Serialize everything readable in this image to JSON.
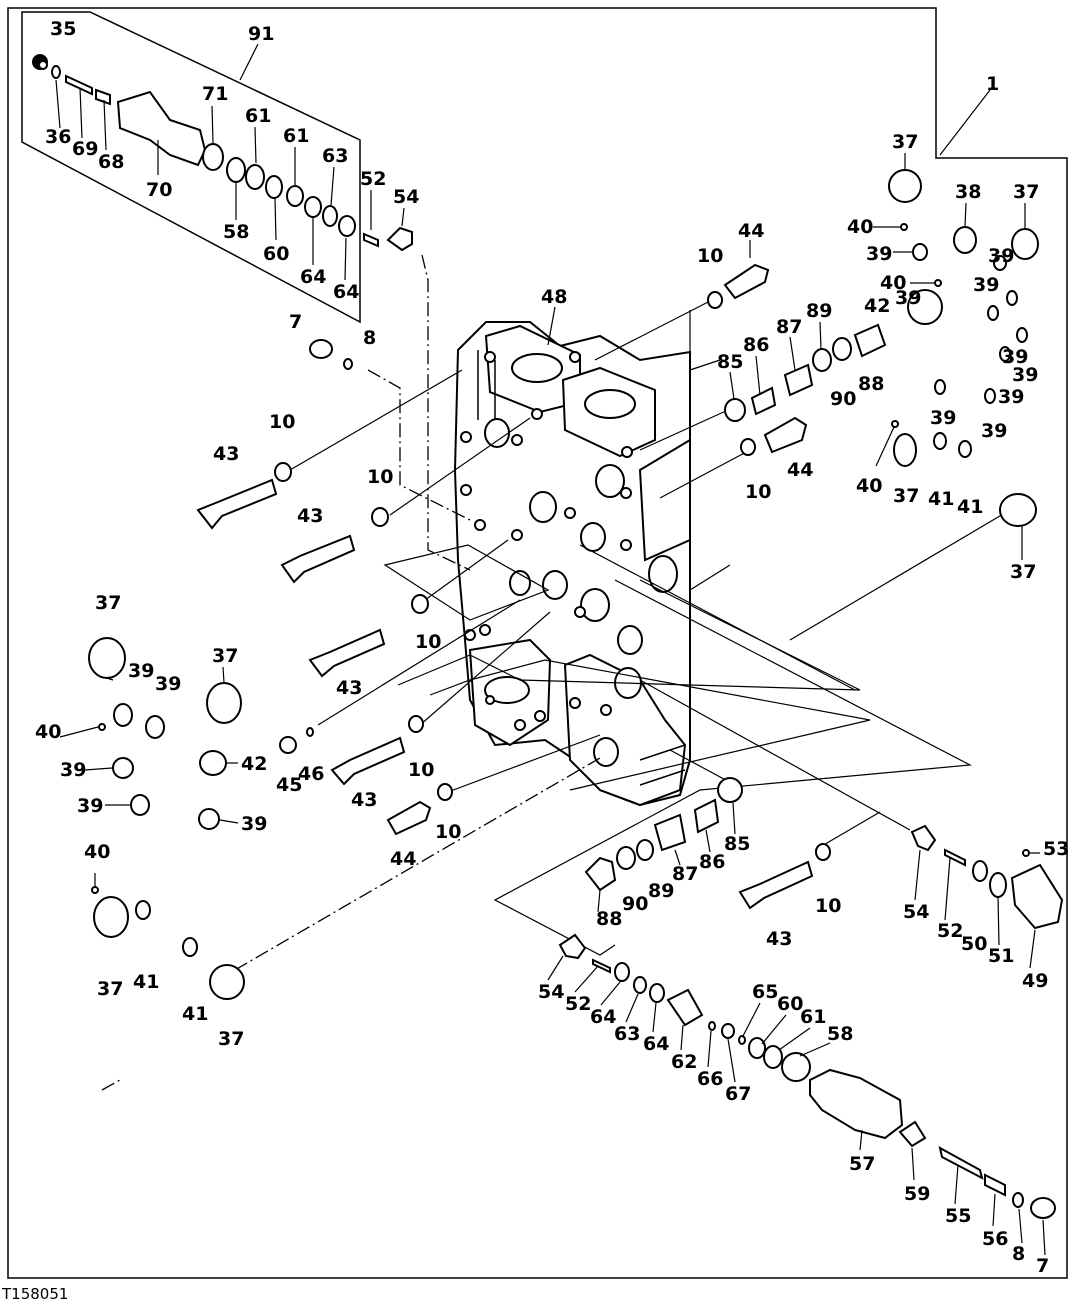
{
  "figure_id": "T158051",
  "callouts": [
    {
      "text": "35"
    },
    {
      "text": "91"
    },
    {
      "text": "36"
    },
    {
      "text": "69"
    },
    {
      "text": "68"
    },
    {
      "text": "70"
    },
    {
      "text": "71"
    },
    {
      "text": "58"
    },
    {
      "text": "61"
    },
    {
      "text": "60"
    },
    {
      "text": "61"
    },
    {
      "text": "64"
    },
    {
      "text": "63"
    },
    {
      "text": "64"
    },
    {
      "text": "52"
    },
    {
      "text": "54"
    },
    {
      "text": "1"
    },
    {
      "text": "37"
    },
    {
      "text": "38"
    },
    {
      "text": "37"
    },
    {
      "text": "40"
    },
    {
      "text": "39"
    },
    {
      "text": "39"
    },
    {
      "text": "40"
    },
    {
      "text": "42"
    },
    {
      "text": "39"
    },
    {
      "text": "39"
    },
    {
      "text": "39"
    },
    {
      "text": "39"
    },
    {
      "text": "39"
    },
    {
      "text": "39"
    },
    {
      "text": "39"
    },
    {
      "text": "40"
    },
    {
      "text": "37"
    },
    {
      "text": "41"
    },
    {
      "text": "41"
    },
    {
      "text": "37"
    },
    {
      "text": "10"
    },
    {
      "text": "44"
    },
    {
      "text": "48"
    },
    {
      "text": "85"
    },
    {
      "text": "86"
    },
    {
      "text": "87"
    },
    {
      "text": "89"
    },
    {
      "text": "90"
    },
    {
      "text": "88"
    },
    {
      "text": "10"
    },
    {
      "text": "44"
    },
    {
      "text": "7"
    },
    {
      "text": "8"
    },
    {
      "text": "43"
    },
    {
      "text": "10"
    },
    {
      "text": "10"
    },
    {
      "text": "43"
    },
    {
      "text": "10"
    },
    {
      "text": "43"
    },
    {
      "text": "37"
    },
    {
      "text": "39"
    },
    {
      "text": "39"
    },
    {
      "text": "40"
    },
    {
      "text": "37"
    },
    {
      "text": "45"
    },
    {
      "text": "46"
    },
    {
      "text": "42"
    },
    {
      "text": "43"
    },
    {
      "text": "10"
    },
    {
      "text": "39"
    },
    {
      "text": "39"
    },
    {
      "text": "39"
    },
    {
      "text": "44"
    },
    {
      "text": "10"
    },
    {
      "text": "40"
    },
    {
      "text": "37"
    },
    {
      "text": "41"
    },
    {
      "text": "41"
    },
    {
      "text": "37"
    },
    {
      "text": "85"
    },
    {
      "text": "86"
    },
    {
      "text": "87"
    },
    {
      "text": "89"
    },
    {
      "text": "90"
    },
    {
      "text": "88"
    },
    {
      "text": "43"
    },
    {
      "text": "10"
    },
    {
      "text": "54"
    },
    {
      "text": "52"
    },
    {
      "text": "50"
    },
    {
      "text": "51"
    },
    {
      "text": "53"
    },
    {
      "text": "49"
    },
    {
      "text": "54"
    },
    {
      "text": "52"
    },
    {
      "text": "64"
    },
    {
      "text": "63"
    },
    {
      "text": "64"
    },
    {
      "text": "62"
    },
    {
      "text": "66"
    },
    {
      "text": "67"
    },
    {
      "text": "65"
    },
    {
      "text": "60"
    },
    {
      "text": "61"
    },
    {
      "text": "58"
    },
    {
      "text": "57"
    },
    {
      "text": "59"
    },
    {
      "text": "55"
    },
    {
      "text": "56"
    },
    {
      "text": "8"
    },
    {
      "text": "7"
    }
  ]
}
